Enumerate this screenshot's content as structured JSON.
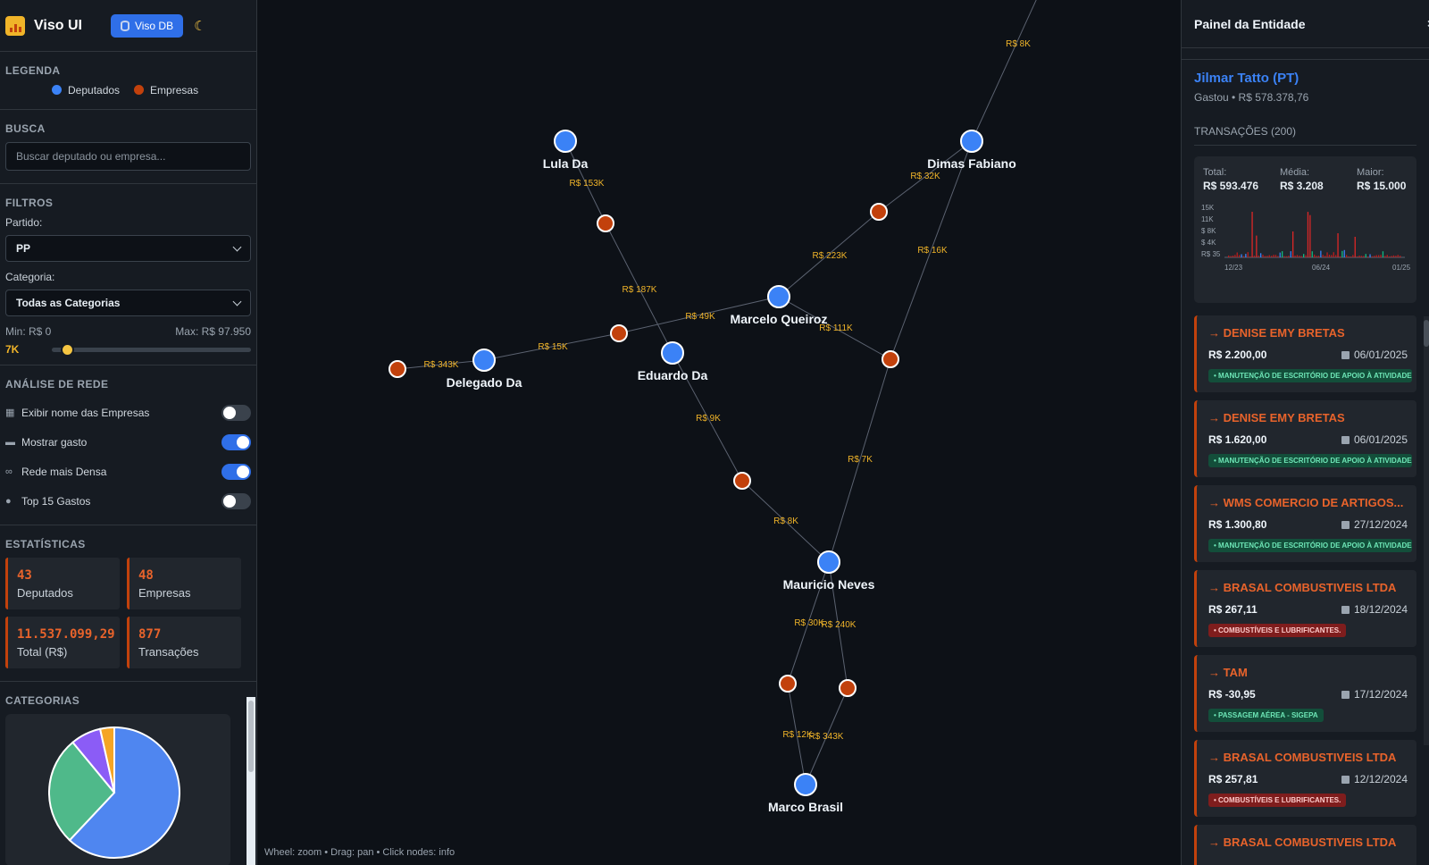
{
  "app": {
    "title": "Viso UI",
    "db_button": "Viso DB"
  },
  "colors": {
    "deputado": "#3b82f6",
    "empresa": "#c2410c",
    "accent": "#f0b429",
    "edge": "#5b6270",
    "edge_label": "#f0b429"
  },
  "legend": {
    "title": "LEGENDA",
    "deputados": "Deputados",
    "empresas": "Empresas"
  },
  "search": {
    "title": "BUSCA",
    "placeholder": "Buscar deputado ou empresa..."
  },
  "filters": {
    "title": "FILTROS",
    "partido_label": "Partido:",
    "partido_value": "PP",
    "categoria_label": "Categoria:",
    "categoria_value": "Todas as Categorias",
    "min_label": "Min: R$ 0",
    "max_label": "Max: R$ 97.950",
    "slider_value": "7K",
    "slider_fraction": 0.072
  },
  "analysis": {
    "title": "ANÁLISE DE REDE",
    "toggles": [
      {
        "label": "Exibir nome das Empresas",
        "on": false,
        "icon": "building-icon"
      },
      {
        "label": "Mostrar gasto",
        "on": true,
        "icon": "card-icon"
      },
      {
        "label": "Rede mais Densa",
        "on": true,
        "icon": "link-icon"
      },
      {
        "label": "Top 15 Gastos",
        "on": false,
        "icon": "moneybag-icon"
      }
    ]
  },
  "stats": {
    "title": "ESTATÍSTICAS",
    "items": [
      {
        "value": "43",
        "label": "Deputados"
      },
      {
        "value": "48",
        "label": "Empresas"
      },
      {
        "value": "11.537.099,29",
        "label": "Total (R$)"
      },
      {
        "value": "877",
        "label": "Transações"
      }
    ]
  },
  "categories": {
    "title": "CATEGORIAS",
    "pie": [
      {
        "value": 62,
        "color": "#4f86f0"
      },
      {
        "value": 27,
        "color": "#4fb98a"
      },
      {
        "value": 7.5,
        "color": "#8b5cf6"
      },
      {
        "value": 3.5,
        "color": "#f5a524"
      }
    ]
  },
  "graph": {
    "hint": "Wheel: zoom • Drag: pan • Click nodes: info",
    "nodes": [
      {
        "id": "lula",
        "type": "deputado",
        "label": "Lula Da"
      },
      {
        "id": "dimas",
        "type": "deputado",
        "label": "Dimas Fabiano"
      },
      {
        "id": "marcelo",
        "type": "deputado",
        "label": "Marcelo Queiroz"
      },
      {
        "id": "eduardo",
        "type": "deputado",
        "label": "Eduardo Da"
      },
      {
        "id": "delegado",
        "type": "deputado",
        "label": "Delegado Da"
      },
      {
        "id": "mauricio",
        "type": "deputado",
        "label": "Mauricio Neves"
      },
      {
        "id": "marco",
        "type": "deputado",
        "label": "Marco Brasil"
      },
      {
        "id": "e1",
        "type": "empresa",
        "label": ""
      },
      {
        "id": "e2",
        "type": "empresa",
        "label": ""
      },
      {
        "id": "e3",
        "type": "empresa",
        "label": ""
      },
      {
        "id": "e4",
        "type": "empresa",
        "label": ""
      },
      {
        "id": "e5",
        "type": "empresa",
        "label": ""
      },
      {
        "id": "e6",
        "type": "empresa",
        "label": ""
      },
      {
        "id": "e7",
        "type": "empresa",
        "label": ""
      },
      {
        "id": "e8",
        "type": "empresa",
        "label": ""
      }
    ],
    "edges": [
      {
        "from": "dimas",
        "to": "top",
        "label": "R$ 8K"
      },
      {
        "from": "lula",
        "to": "e1",
        "label": "R$ 153K"
      },
      {
        "from": "e1",
        "to": "eduardo",
        "label": "R$ 187K"
      },
      {
        "from": "dimas",
        "to": "e2",
        "label": "R$ 32K"
      },
      {
        "from": "e2",
        "to": "marcelo",
        "label": "R$ 223K"
      },
      {
        "from": "dimas",
        "to": "e4",
        "label": "R$ 16K"
      },
      {
        "from": "marcelo",
        "to": "e3",
        "label": "R$ 49K"
      },
      {
        "from": "marcelo",
        "to": "e4",
        "label": "R$ 111K"
      },
      {
        "from": "e3",
        "to": "delegado",
        "label": "R$ 15K"
      },
      {
        "from": "delegado",
        "to": "e5",
        "label": "R$ 343K"
      },
      {
        "from": "eduardo",
        "to": "e6",
        "label": "R$ 9K"
      },
      {
        "from": "e6",
        "to": "mauricio",
        "label": "R$ 8K"
      },
      {
        "from": "e4",
        "to": "mauricio",
        "label": "R$ 7K"
      },
      {
        "from": "mauricio",
        "to": "e7",
        "label": "R$ 30K"
      },
      {
        "from": "mauricio",
        "to": "e8",
        "label": "R$ 240K"
      },
      {
        "from": "e7",
        "to": "marco",
        "label": "R$ 12K"
      },
      {
        "from": "e8",
        "to": "marco",
        "label": "R$ 343K"
      }
    ]
  },
  "panel": {
    "title": "Painel da Entidade",
    "entity_name": "Jilmar Tatto (PT)",
    "entity_sub": "Gastou • R$ 578.378,76",
    "transactions_title": "TRANSAÇÕES (200)",
    "summary": [
      {
        "key": "Total:",
        "value": "R$ 593.476"
      },
      {
        "key": "Média:",
        "value": "R$ 3.208"
      },
      {
        "key": "Maior:",
        "value": "R$ 15.000"
      }
    ],
    "mini_chart": {
      "y_ticks": [
        "15K",
        "11K",
        "$ 8K",
        "$ 4K",
        "R$ 35"
      ],
      "x_ticks": [
        "12/23",
        "06/24",
        "01/25"
      ]
    },
    "transactions": [
      {
        "name": "→ DENISE EMY BRETAS",
        "value": "R$ 2.200,00",
        "date": "06/01/2025",
        "tag": "• MANUTENÇÃO DE ESCRITÓRIO DE APOIO À ATIVIDADE PARLAMENTAR",
        "tag_color": "green"
      },
      {
        "name": "→ DENISE EMY BRETAS",
        "value": "R$ 1.620,00",
        "date": "06/01/2025",
        "tag": "• MANUTENÇÃO DE ESCRITÓRIO DE APOIO À ATIVIDADE PARLAMENTAR",
        "tag_color": "green"
      },
      {
        "name": "→ WMS COMERCIO DE ARTIGOS...",
        "value": "R$ 1.300,80",
        "date": "27/12/2024",
        "tag": "• MANUTENÇÃO DE ESCRITÓRIO DE APOIO À ATIVIDADE PARLAMENTAR",
        "tag_color": "green"
      },
      {
        "name": "→ BRASAL COMBUSTIVEIS LTDA",
        "value": "R$ 267,11",
        "date": "18/12/2024",
        "tag": "• COMBUSTÍVEIS E LUBRIFICANTES.",
        "tag_color": "red"
      },
      {
        "name": "→ TAM",
        "value": "R$ -30,95",
        "date": "17/12/2024",
        "tag": "• PASSAGEM AÉREA - SIGEPA",
        "tag_color": "green"
      },
      {
        "name": "→ BRASAL COMBUSTIVEIS LTDA",
        "value": "R$ 257,81",
        "date": "12/12/2024",
        "tag": "• COMBUSTÍVEIS E LUBRIFICANTES.",
        "tag_color": "red"
      },
      {
        "name": "→ BRASAL COMBUSTIVEIS LTDA",
        "value": "",
        "date": "",
        "tag": "",
        "tag_color": "red"
      }
    ]
  }
}
